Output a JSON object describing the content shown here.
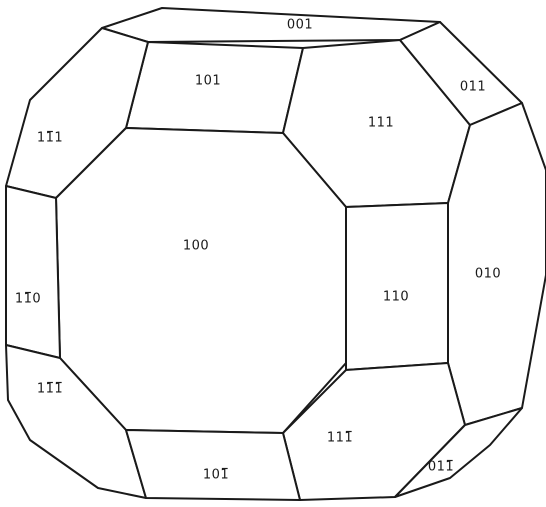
{
  "diagram": {
    "faces": [
      {
        "id": "f001",
        "label": "001",
        "bar_index": null
      },
      {
        "id": "f101",
        "label": "101",
        "bar_index": null
      },
      {
        "id": "f011",
        "label": "011",
        "bar_index": null
      },
      {
        "id": "f111",
        "label": "111",
        "bar_index": null
      },
      {
        "id": "f1b11",
        "label": "111",
        "bar_index": 1
      },
      {
        "id": "f100",
        "label": "100",
        "bar_index": null
      },
      {
        "id": "f1b10",
        "label": "110",
        "bar_index": 1
      },
      {
        "id": "f110",
        "label": "110",
        "bar_index": null
      },
      {
        "id": "f010",
        "label": "010",
        "bar_index": null
      },
      {
        "id": "f1b11b",
        "label": "111",
        "bar_index": [
          1,
          2
        ]
      },
      {
        "id": "f111b",
        "label": "111",
        "bar_index": 2
      },
      {
        "id": "f101b",
        "label": "101",
        "bar_index": 2
      },
      {
        "id": "f011b",
        "label": "011",
        "bar_index": 2
      }
    ],
    "colors": {
      "stroke": "#1a1a1a",
      "fill": "#ffffff"
    }
  }
}
